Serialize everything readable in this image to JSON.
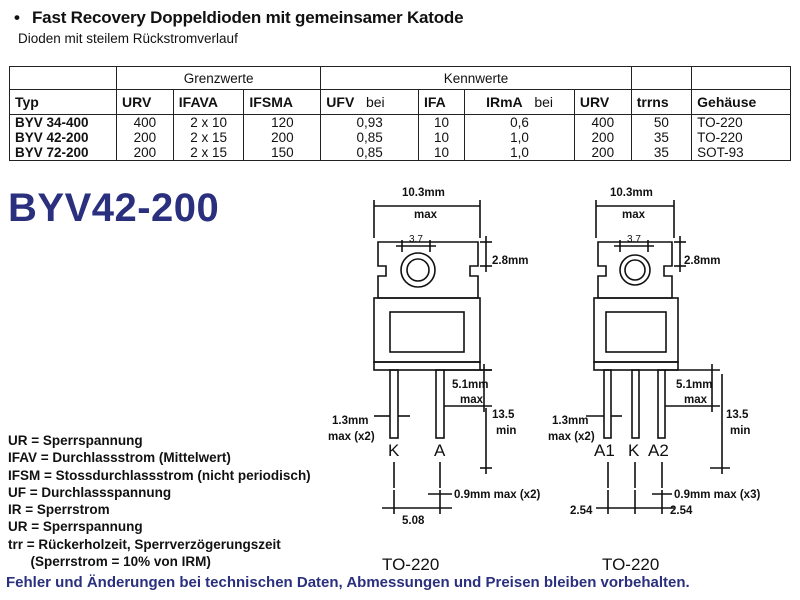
{
  "title": "Fast Recovery Doppeldioden mit gemeinsamer Katode",
  "bullet": "•",
  "subtitle": "Dioden mit steilem Rückstromverlauf",
  "table": {
    "group_grenzwerte": "Grenzwerte",
    "group_kennwerte": "Kennwerte",
    "headers": {
      "typ": "Typ",
      "urv": "URV",
      "ifav": "IFAVA",
      "ifsm": "IFSMA",
      "ufv": "UFV",
      "bei1": "bei",
      "if": "IFA",
      "irma": "IRmA",
      "bei2": "bei",
      "urv2": "URV",
      "trr": "trrns",
      "gehaeuse": "Gehäuse"
    },
    "rows": [
      {
        "typ": "BYV 34-400",
        "urv": "400",
        "ifav": "2 x 10",
        "ifsm": "120",
        "ufv": "0,93",
        "if": "10",
        "ir": "0,6",
        "ur": "400",
        "trr": "50",
        "geh": "TO-220"
      },
      {
        "typ": "BYV 42-200",
        "urv": "200",
        "ifav": "2 x 15",
        "ifsm": "200",
        "ufv": "0,85",
        "if": "10",
        "ir": "1,0",
        "ur": "200",
        "trr": "35",
        "geh": "TO-220"
      },
      {
        "typ": "BYV 72-200",
        "urv": "200",
        "ifav": "2 x 15",
        "ifsm": "150",
        "ufv": "0,85",
        "if": "10",
        "ir": "1,0",
        "ur": "200",
        "trr": "35",
        "geh": "SOT-93"
      }
    ]
  },
  "part_number": "BYV42-200",
  "legend": [
    "UR = Sperrspannung",
    "IFAV = Durchlassstrom (Mittelwert)",
    "IFSM = Stossdurchlassstrom (nicht periodisch)",
    "UF = Durchlassspannung",
    "IR = Sperrstrom",
    "UR = Sperrspannung",
    "trr = Rückerholzeit, Sperrverzögerungszeit",
    "      (Sperrstrom = 10% von IRM)"
  ],
  "diagram_left": {
    "width_a": "10.3mm",
    "width_b": "max",
    "hole": "3.7",
    "tab_h": "2.8mm",
    "lead_len_a": "5.1mm",
    "lead_len_b": "max",
    "total_a": "13.5",
    "total_b": "min",
    "lead_w_a": "1.3mm",
    "lead_w_b": "max (x2)",
    "pin1": "K",
    "pin2": "A",
    "thick": "0.9mm max (x2)",
    "pitch": "5.08",
    "package": "TO-220"
  },
  "diagram_right": {
    "width_a": "10.3mm",
    "width_b": "max",
    "hole": "3.7",
    "tab_h": "2.8mm",
    "lead_len_a": "5.1mm",
    "lead_len_b": "max",
    "total_a": "13.5",
    "total_b": "min",
    "lead_w_a": "1.3mm",
    "lead_w_b": "max (x2)",
    "pin1": "A1",
    "pin2": "K",
    "pin3": "A2",
    "thick": "0.9mm max (x3)",
    "pitch_l": "2.54",
    "pitch_r": "2.54",
    "package": "TO-220"
  },
  "footer": "Fehler und Änderungen bei technischen Daten, Abmessungen und Preisen bleiben vorbehalten.",
  "colors": {
    "accent": "#2a2f7e",
    "ink": "#111111"
  }
}
